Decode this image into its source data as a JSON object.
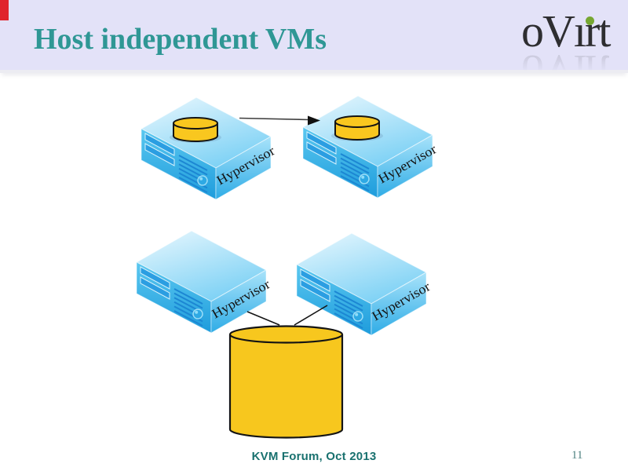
{
  "slide": {
    "title": "Host independent VMs",
    "footer": "KVM Forum, Oct 2013",
    "page_number": "11"
  },
  "logo": {
    "full_text": "oVirt",
    "part_before_i": "oV",
    "dotless_i": "ı",
    "part_after_i": "rt"
  },
  "diagram": {
    "hypervisor_label": "Hypervisor",
    "hypervisor_count": 4,
    "vm_disk_count": 2,
    "shared_storage_shape": "cylinder",
    "migration_arrow": "left-to-right"
  },
  "colors": {
    "header_background": "#E3E2F8",
    "title_teal": "#2F9795",
    "footer_teal": "#19716F",
    "logo_text": "#2E2E31",
    "logo_dot_green": "#76A732",
    "corner_mark_red": "#E0242C",
    "server_blue": "#2FACE6",
    "storage_gold": "#F7C71E"
  }
}
